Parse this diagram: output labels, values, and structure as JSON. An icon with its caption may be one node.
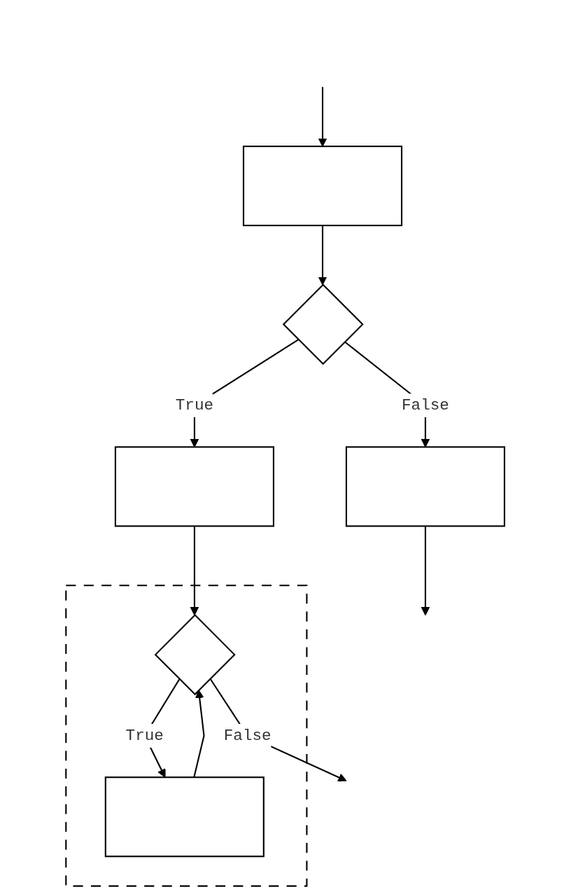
{
  "diagram": {
    "nodes": [
      {
        "text": [],
        "shape": "box"
      },
      {
        "text": [],
        "shape": "diamond"
      },
      {
        "text": [],
        "shape": "box"
      },
      {
        "text": [],
        "shape": "box"
      },
      {
        "text": [],
        "shape": "box"
      },
      {
        "text": [],
        "shape": "box",
        "in": 4
      },
      {
        "text": [],
        "shape": "diamond",
        "in": 4
      }
    ],
    "edges": [
      {
        "from": null,
        "to": 0,
        "arrow": "to"
      },
      {
        "from": 0,
        "to": 1,
        "arrow": "to"
      },
      {
        "from": 1,
        "to": 3,
        "arrow": "to",
        "label": "False"
      },
      {
        "from": 1,
        "to": 2,
        "arrow": "to",
        "label": "True"
      },
      {
        "from": 2,
        "to": 6,
        "arrow": "to"
      },
      {
        "from": 6,
        "to": 5,
        "arrow": "to",
        "label": "True"
      },
      {
        "from": 5,
        "to": 6,
        "arrow": "to"
      },
      {
        "from": 3,
        "to": null,
        "arrow": "to"
      },
      {
        "from": 6,
        "to": null,
        "arrow": "to",
        "label": "False"
      }
    ]
  }
}
